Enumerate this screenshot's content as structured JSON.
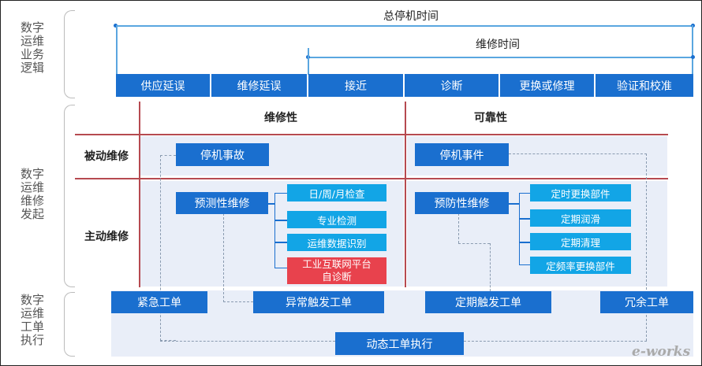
{
  "side_labels": [
    "数字\n运维\n业务\n逻辑",
    "数字\n运维\n维修\n发起",
    "数字\n运维\n工单\n执行"
  ],
  "top": {
    "total_downtime": "总停机时间",
    "repair_time": "维修时间",
    "phases": [
      "供应延误",
      "维修延误",
      "接近",
      "诊断",
      "更换或修理",
      "验证和校准"
    ]
  },
  "columns": {
    "maintainability": "维修性",
    "reliability": "可靠性"
  },
  "rows": {
    "passive": "被动维修",
    "active": "主动维修"
  },
  "passive": {
    "left": "停机事故",
    "right": "停机事件"
  },
  "active_left": {
    "main": "预测性维修",
    "items": [
      "日/周/月检查",
      "专业检测",
      "运维数据识别"
    ],
    "red_lines": [
      "工业互联网平台",
      "自诊断"
    ]
  },
  "active_right": {
    "main": "预防性维修",
    "items": [
      "定时更换部件",
      "定期润滑",
      "定期清理",
      "定频率更换部件"
    ]
  },
  "orders": [
    "紧急工单",
    "异常触发工单",
    "定期触发工单",
    "冗余工单"
  ],
  "dynamic": "动态工单执行",
  "watermark": "e-works",
  "colors": {
    "blue": "#1a6fcf",
    "cyan": "#12a5e6",
    "red": "#e8424d",
    "divider": "#b64a50",
    "panel": "#e9eef8"
  }
}
